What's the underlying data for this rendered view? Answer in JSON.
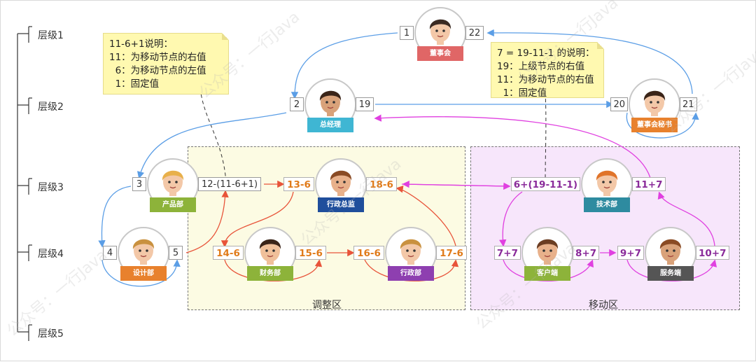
{
  "levels": [
    "层级1",
    "层级2",
    "层级3",
    "层级4",
    "层级5"
  ],
  "notes": {
    "left": "11-6+1说明：\n11：为移动节点的右值\n  6：为移动节点的左值\n  1：固定值",
    "right": "7 = 19-11-1 的说明：\n19：上级节点的右值\n11：为移动节点的右值\n  1：固定值"
  },
  "zones": {
    "adjust": "调整区",
    "move": "移动区"
  },
  "nodes": {
    "board": {
      "tag": "董事会",
      "left": "1",
      "right": "22",
      "color": "#e06666"
    },
    "gm": {
      "tag": "总经理",
      "left": "2",
      "right": "19",
      "color": "#3fb6d3"
    },
    "secretary": {
      "tag": "董事会秘书",
      "left": "20",
      "right": "21",
      "color": "#e8812d"
    },
    "product": {
      "tag": "产品部",
      "left": "3",
      "right": "12-(11-6+1)",
      "color": "#8db33a"
    },
    "adminchief": {
      "tag": "行政总监",
      "left": "13-6",
      "right": "18-6",
      "color": "#1f4e9c"
    },
    "tech": {
      "tag": "技术部",
      "left": "6+(19-11-1)",
      "right": "11+7",
      "color": "#2e8ba0"
    },
    "design": {
      "tag": "设计部",
      "left": "4",
      "right": "5",
      "color": "#e8812d"
    },
    "finance": {
      "tag": "财务部",
      "left": "14-6",
      "right": "15-6",
      "color": "#8db33a"
    },
    "admin": {
      "tag": "行政部",
      "left": "16-6",
      "right": "17-6",
      "color": "#8e3fb0"
    },
    "client": {
      "tag": "客户端",
      "left": "7+7",
      "right": "8+7",
      "color": "#8db33a"
    },
    "server": {
      "tag": "服务端",
      "left": "9+7",
      "right": "10+7",
      "color": "#555555"
    }
  },
  "watermark": "公众号：一行Java",
  "colors": {
    "blue": "#5b9ee6",
    "red": "#e8543a",
    "magenta": "#e040e0",
    "orange": "#e07b1a",
    "purple": "#8a2b9a"
  }
}
